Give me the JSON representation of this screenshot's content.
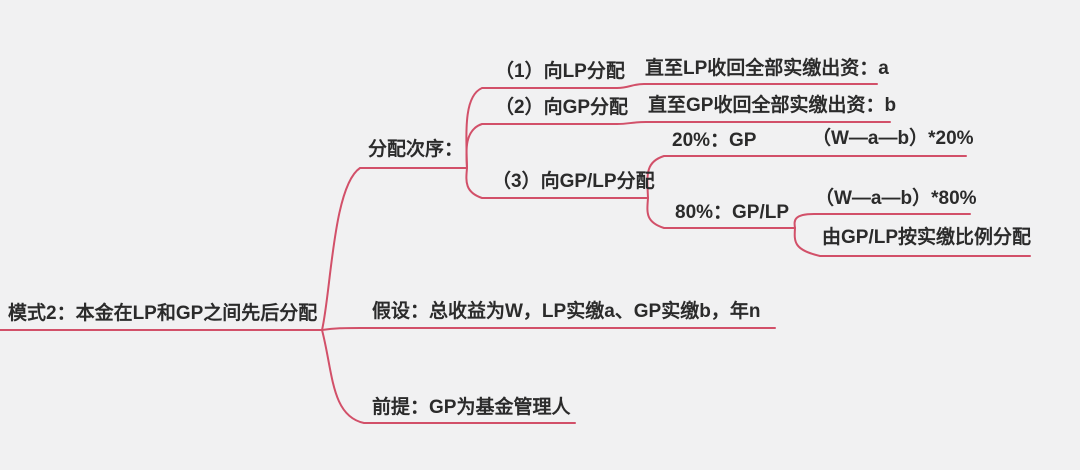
{
  "colors": {
    "background": "#f1f1f2",
    "branch_line": "#d25069",
    "text": "#2b2b2b"
  },
  "mindmap": {
    "root": {
      "label": "模式2：本金在LP和GP之间先后分配"
    },
    "branches": [
      {
        "label": "分配次序：",
        "children": [
          {
            "label": "（1）向LP分配",
            "children": [
              {
                "label": "直至LP收回全部实缴出资：a"
              }
            ]
          },
          {
            "label": "（2）向GP分配",
            "children": [
              {
                "label": "直至GP收回全部实缴出资：b"
              }
            ]
          },
          {
            "label": "（3）向GP/LP分配",
            "children": [
              {
                "label": "20%：GP",
                "children": [
                  {
                    "label": "（W—a—b）*20%"
                  }
                ]
              },
              {
                "label": "80%：GP/LP",
                "children": [
                  {
                    "label": "（W—a—b）*80%"
                  },
                  {
                    "label": "由GP/LP按实缴比例分配"
                  }
                ]
              }
            ]
          }
        ]
      },
      {
        "label": "假设：总收益为W，LP实缴a、GP实缴b，年n"
      },
      {
        "label": "前提：GP为基金管理人"
      }
    ]
  }
}
